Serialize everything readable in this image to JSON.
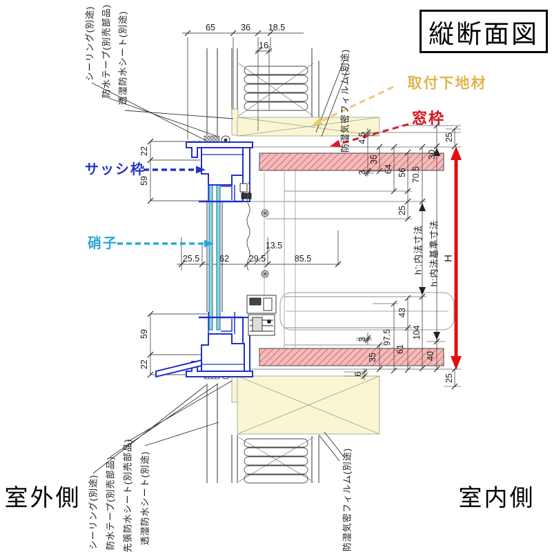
{
  "title": "縦断面図",
  "sides": {
    "outdoor": "室外側",
    "indoor": "室内側"
  },
  "callouts": {
    "substrate": {
      "label": "取付下地材",
      "color": "#E0B54E"
    },
    "window_frame": {
      "label": "窓枠",
      "color": "#D0121F"
    },
    "sash_frame": {
      "label": "サッシ枠",
      "color": "#2334C4"
    },
    "glass": {
      "label": "硝子",
      "color": "#29A7D8"
    }
  },
  "part_labels": {
    "top_left": [
      "シーリング(別途)",
      "防水テープ(別売部品)",
      "透湿防水シート(別途)"
    ],
    "top_right": [
      "防湿気密フィルム(別途)"
    ],
    "bottom_left": [
      "シーリング(別途)",
      "防水テープ(別売部品)",
      "先張防水シート(別売部品)",
      "透湿防水シート(別途)"
    ],
    "bottom_right": [
      "防湿気密フィルム(別途)"
    ]
  },
  "axes": {
    "h_prime": "h':内法寸法",
    "h": "h:内法基準寸法",
    "H": "H"
  },
  "dims": {
    "top": [
      "65",
      "36",
      "18.5",
      "16"
    ],
    "mid": [
      "25.5",
      "62",
      "13.5",
      "29.5",
      "85.5"
    ],
    "left_top": [
      "22",
      "59"
    ],
    "left_bottom": [
      "59",
      "22"
    ],
    "right_top": [
      "4.5",
      "35",
      "3",
      "64",
      "56",
      "70.5",
      "30",
      "25"
    ],
    "right_mid": [
      "25"
    ],
    "right_bottom": [
      "43",
      "97.5",
      "61",
      "3",
      "35",
      "6",
      "104",
      "40",
      "25"
    ]
  },
  "colors": {
    "sash_blue": "#2030C8",
    "glass_cyan": "#8FD4E4",
    "frame_pink_fill": "#F6BABA",
    "substrate_yellow": "#FBF6D2",
    "height_arrow_red": "#E01010"
  }
}
